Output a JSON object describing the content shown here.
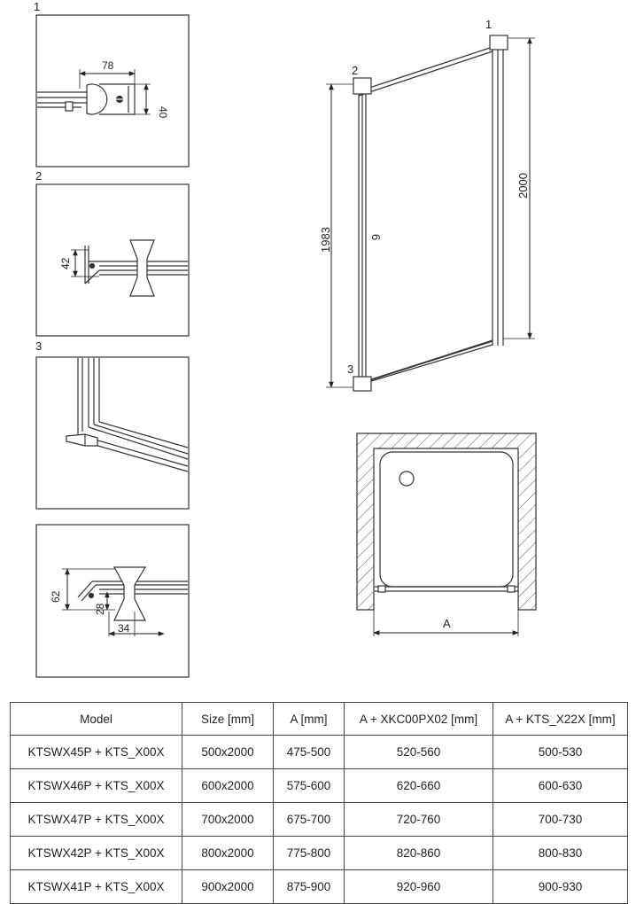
{
  "details": [
    {
      "number": "1",
      "dims": [
        "78",
        "40"
      ]
    },
    {
      "number": "2",
      "dims": [
        "42"
      ]
    },
    {
      "number": "3",
      "dims": []
    },
    {
      "number": "",
      "dims": [
        "62",
        "28",
        "34"
      ]
    }
  ],
  "door_view": {
    "callouts": [
      "1",
      "2",
      "3"
    ],
    "height_left": "1983",
    "height_right": "2000",
    "glass_mark": "6"
  },
  "plan_view": {
    "width_label": "A"
  },
  "table": {
    "headers": [
      "Model",
      "Size [mm]",
      "A [mm]",
      "A + XKC00PX02 [mm]",
      "A + KTS_X22X [mm]"
    ],
    "rows": [
      [
        "KTSWX45P + KTS_X00X",
        "500x2000",
        "475-500",
        "520-560",
        "500-530"
      ],
      [
        "KTSWX46P + KTS_X00X",
        "600x2000",
        "575-600",
        "620-660",
        "600-630"
      ],
      [
        "KTSWX47P + KTS_X00X",
        "700x2000",
        "675-700",
        "720-760",
        "700-730"
      ],
      [
        "KTSWX42P + KTS_X00X",
        "800x2000",
        "775-800",
        "820-860",
        "800-830"
      ],
      [
        "KTSWX41P + KTS_X00X",
        "900x2000",
        "875-900",
        "920-960",
        "900-930"
      ]
    ]
  }
}
